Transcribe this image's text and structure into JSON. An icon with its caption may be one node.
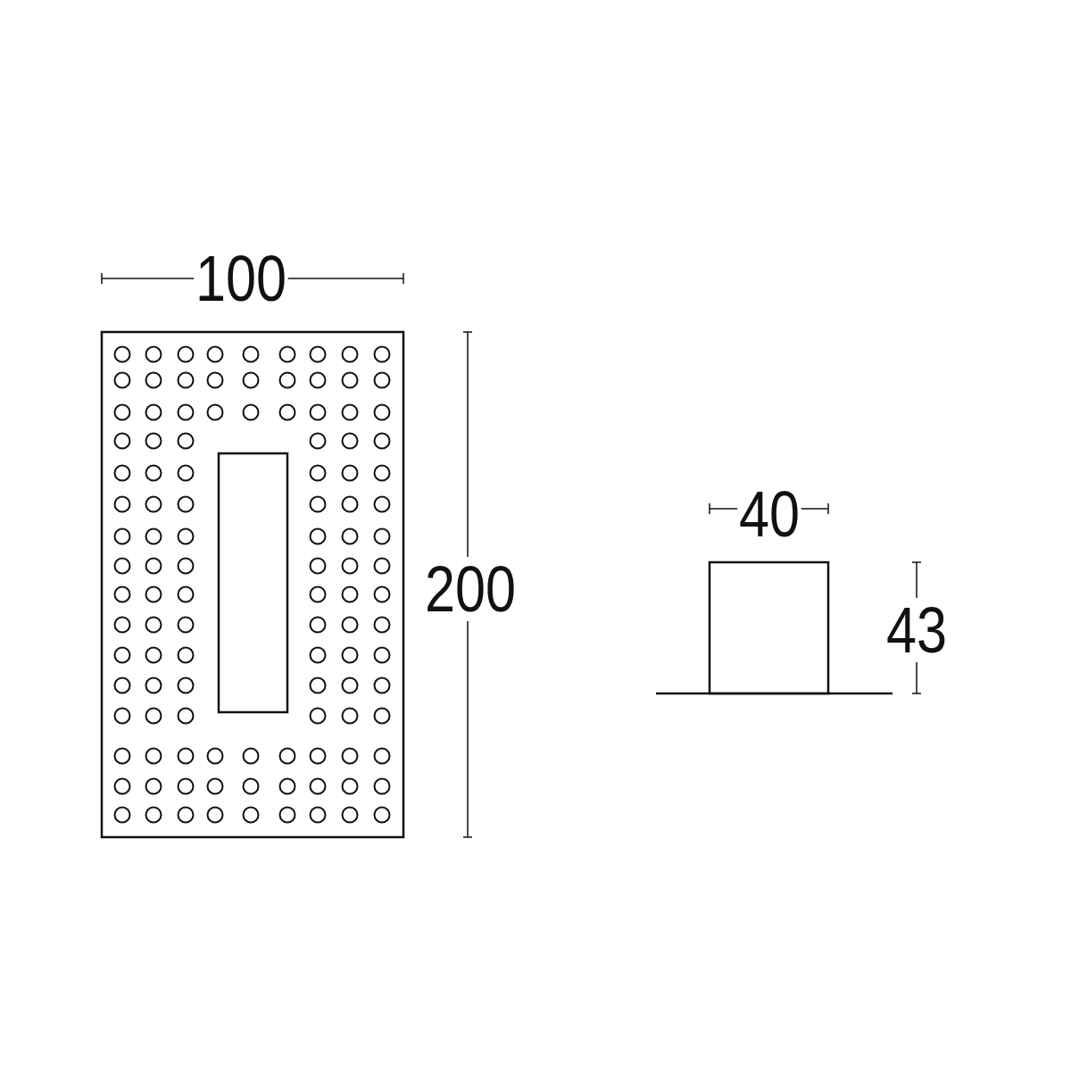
{
  "diagram": {
    "labels": [
      "100",
      "200",
      "40",
      "43"
    ]
  }
}
